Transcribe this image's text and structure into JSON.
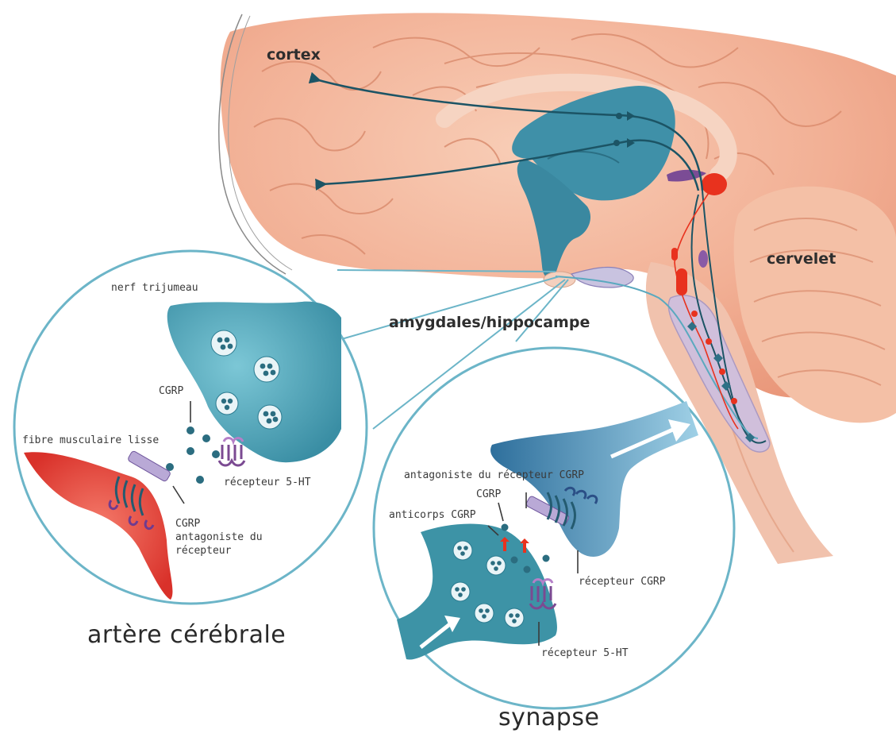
{
  "labels": {
    "cortex": "cortex",
    "cervelet": "cervelet",
    "amygdales": "amygdales/hippocampe",
    "nerf": "nerf trijumeau",
    "cgrp_left": "CGRP",
    "fibre": "fibre musculaire lisse",
    "recepteur_5ht_left": "récepteur 5-HT",
    "cgrp_antagoniste_lines": [
      "CGRP",
      "antagoniste du",
      "récepteur"
    ],
    "artere": "artère cérébrale",
    "antagoniste_recepteur_cgrp": "antagoniste du récepteur CGRP",
    "cgrp_right": "CGRP",
    "anticorps": "anticorps CGRP",
    "recepteur_cgrp": "récepteur CGRP",
    "recepteur_5ht_right": "récepteur 5-HT",
    "synapse": "synapse"
  },
  "colors": {
    "brain": "#f2b49a",
    "brain_dark": "#e07f5f",
    "teal": "#3d8fa6",
    "teal_dark": "#1f5f70",
    "lilac": "#c9bfdd",
    "red": "#e8321e",
    "purple": "#7a4a92",
    "circle": "#6cb5c8"
  }
}
